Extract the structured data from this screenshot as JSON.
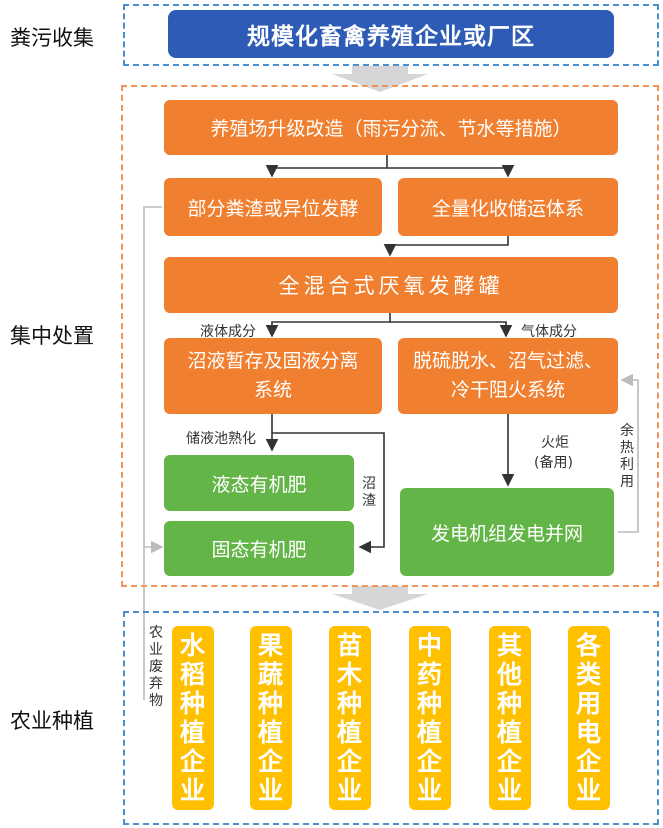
{
  "sections": {
    "collection": "粪污收集",
    "treatment": "集中处置",
    "planting": "农业种植"
  },
  "top_box": "规模化畜禽养殖企业或厂区",
  "upgrade_box": "养殖场升级改造（雨污分流、节水等措施）",
  "partial_box": "部分粪渣或异位发酵",
  "storage_box": "全量化收储运体系",
  "digester_box": "全混合式厌氧发酵罐",
  "liquid_label": "液体成分",
  "gas_label": "气体成分",
  "separation_box": "沼液暂存及固液分离系统",
  "desulf_box": "脱硫脱水、沼气过滤、冷干阻火系统",
  "pool_label": "储液池熟化",
  "torch_label": "火炬",
  "torch_sub": "(备用)",
  "liquid_fert": "液态有机肥",
  "solid_fert": "固态有机肥",
  "residue_label": "沼渣",
  "heat_label": "余热利用",
  "generator_box": "发电机组发电并网",
  "waste_label": "农业废弃物",
  "farms": [
    "水稻种植企业",
    "果蔬种植企业",
    "苗木种植企业",
    "中药种植企业",
    "其他种植企业",
    "各类用电企业"
  ]
}
